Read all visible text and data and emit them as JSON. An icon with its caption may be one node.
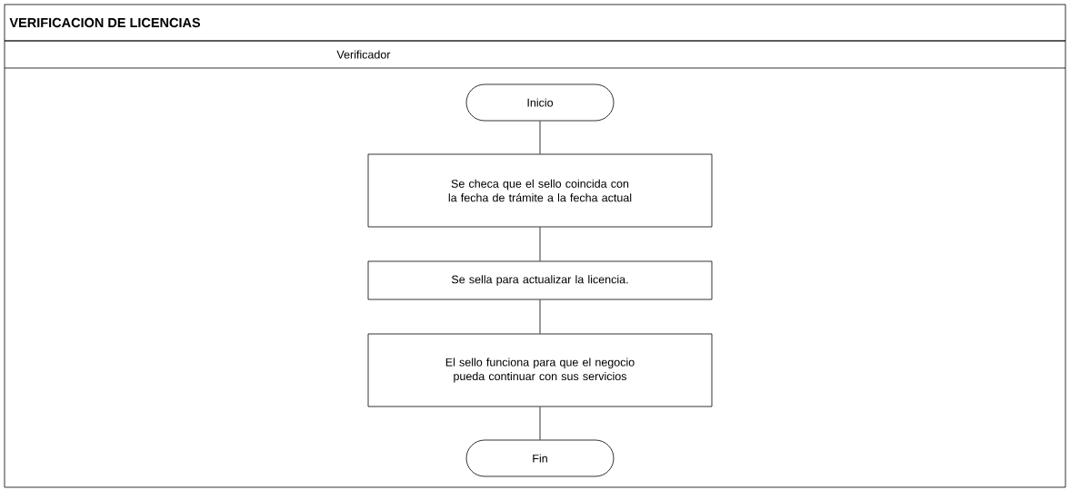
{
  "diagram": {
    "title": "VERIFICACION DE LICENCIAS",
    "nodes": [
      {
        "text": [
          "Verificador"
        ]
      },
      {
        "text": [
          "Inicio"
        ],
        "in": 0
      },
      {
        "text": [
          "Se checa que el sello coincida con la fecha de trámite a la fecha actual"
        ],
        "in": 0
      },
      {
        "text": [
          "Se sella para actualizar la licencia."
        ],
        "in": 0
      },
      {
        "text": [
          "El sello funciona para que el negocio pueda continuar con sus servicios"
        ],
        "in": 0
      },
      {
        "text": [
          "Fin"
        ],
        "in": 0
      }
    ],
    "edges": [
      {
        "from": 1,
        "to": 2,
        "arrow": "none"
      },
      {
        "from": 2,
        "to": 3,
        "arrow": "none"
      },
      {
        "from": 3,
        "to": 4,
        "arrow": "none"
      },
      {
        "from": 4,
        "to": 5,
        "arrow": "none"
      }
    ]
  }
}
